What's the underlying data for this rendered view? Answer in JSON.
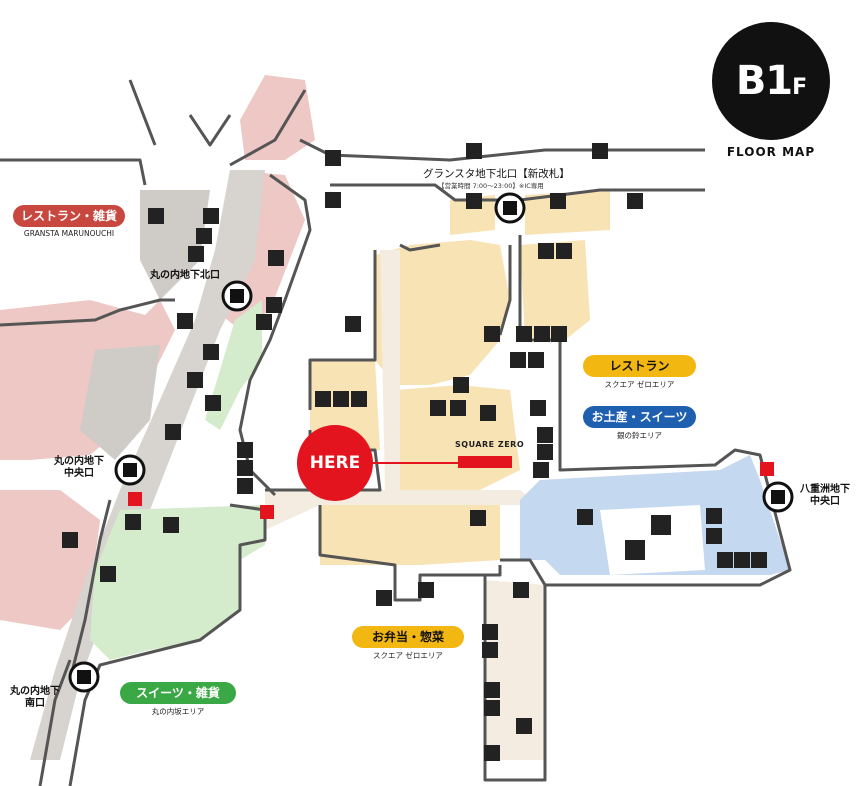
{
  "floor": {
    "level_main": "B1",
    "level_suffix": "F",
    "caption": "FLOOR MAP"
  },
  "here": {
    "label": "HERE"
  },
  "exits": {
    "north_top": {
      "title": "グランスタ地下北口【新改札】",
      "sub": "【営業時間 7:00〜23:00】※IC専用"
    },
    "marunouchi_north": {
      "label": "丸の内地下北口"
    },
    "marunouchi_central": {
      "line1": "丸の内地下",
      "line2": "中央口"
    },
    "marunouchi_south": {
      "line1": "丸の内地下",
      "line2": "南口"
    },
    "yaesu_central": {
      "line1": "八重洲地下",
      "line2": "中央口"
    }
  },
  "areas": {
    "restaurant_goods": {
      "label": "レストラン・雑貨",
      "sub": "GRANSTA MARUNOUCHI",
      "color": "#c8483f"
    },
    "restaurant": {
      "label": "レストラン",
      "sub": "スクエア ゼロエリア",
      "color": "#f3b712"
    },
    "souvenir": {
      "label": "お土産・スイーツ",
      "sub": "銀の鈴エリア",
      "color": "#1f5fb0"
    },
    "bento": {
      "label": "お弁当・惣菜",
      "sub": "スクエア ゼロエリア",
      "color": "#f3b712"
    },
    "sweets_goods": {
      "label": "スイーツ・雑貨",
      "sub": "丸の内坂エリア",
      "color": "#3aa845"
    }
  },
  "landmarks": {
    "square_zero": "SQUARE ZERO"
  },
  "colors": {
    "zone_pink": "#edc8c4",
    "zone_yellow": "#f8e3b5",
    "zone_blue": "#c4d8ef",
    "zone_green": "#d4ebcc",
    "corridor": "#f4ece0",
    "wall": "#555555",
    "here_red": "#e3141e"
  }
}
